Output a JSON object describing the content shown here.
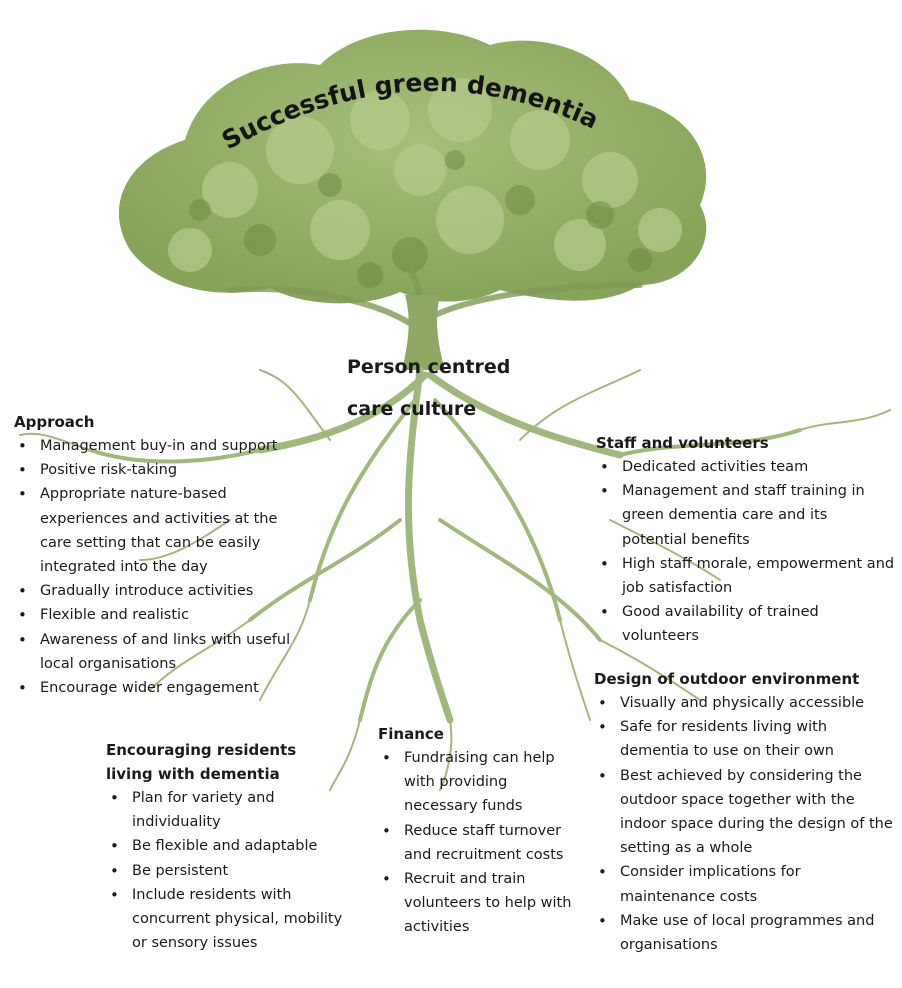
{
  "title": "Successful green dementia care",
  "center": {
    "line1": "Person centred",
    "line2": "care culture"
  },
  "approach": {
    "heading": "Approach",
    "items": [
      "Management buy-in and support",
      "Positive risk-taking",
      "Appropriate nature-based experiences and activities at the care setting that can be easily integrated into the day",
      "Gradually introduce activities",
      "Flexible and realistic",
      "Awareness of and links with useful local organisations",
      "Encourage wider engagement"
    ]
  },
  "staff": {
    "heading": "Staff and volunteers",
    "items": [
      "Dedicated activities team",
      "Management and staff training in green dementia care and its potential benefits",
      "High staff morale, empowerment and job satisfaction",
      "Good availability of trained volunteers"
    ]
  },
  "design": {
    "heading": "Design of outdoor environment",
    "items": [
      "Visually and physically accessible",
      "Safe for residents living with dementia to use on their own",
      "Best achieved by considering the outdoor space together with the indoor space during the design of the setting as a whole",
      "Consider implications for maintenance costs",
      "Make use of local programmes and organisations"
    ]
  },
  "finance": {
    "heading": "Finance",
    "items": [
      "Fundraising can help with providing necessary funds",
      "Reduce staff turnover and recruitment costs",
      "Recruit and train volunteers to help with activities"
    ]
  },
  "encouraging": {
    "heading": "Encouraging residents living with dementia",
    "items": [
      "Plan for variety and individuality",
      "Be flexible and adaptable",
      "Be persistent",
      "Include residents with concurrent physical, mobility or sensory issues"
    ]
  },
  "colors": {
    "canopy": "#8eaa62",
    "canopy_light": "#b4c98e",
    "canopy_dark": "#6f8c45",
    "roots": "#9fb67c"
  }
}
